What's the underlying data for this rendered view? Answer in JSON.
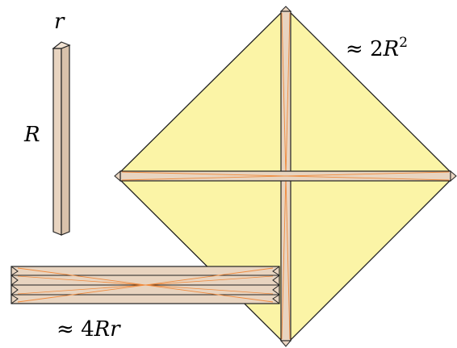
{
  "labels": {
    "r": "r",
    "R": "R",
    "approx": "≈",
    "square_coef": "2",
    "square_var": "R",
    "square_exp": "2",
    "rect_coef": "4",
    "rect_var": "Rr"
  },
  "colors": {
    "stick_fill": "#e8d4c0",
    "stick_edge": "#222222",
    "square_fill": "#fbf4a6",
    "diagonal_line": "#f08a3c"
  }
}
